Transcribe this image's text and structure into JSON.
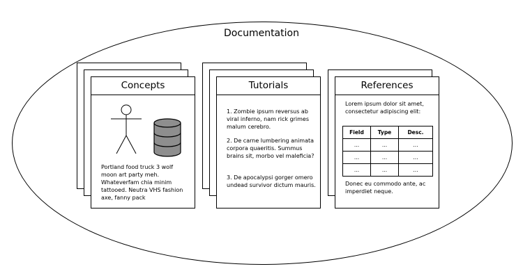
{
  "title": "Documentation",
  "concepts": {
    "heading": "Concepts",
    "text": "Portland food truck 3 wolf moon art party meh. Whateverfam chia minim tattooed. Neutra VHS fashion axe, fanny pack",
    "icons": [
      "actor-icon",
      "database-icon"
    ]
  },
  "tutorials": {
    "heading": "Tutorials",
    "steps": [
      "1. Zombie ipsum reversus ab viral inferno, nam rick grimes malum cerebro.",
      "2. De carne lumbering animata corpora quaeritis. Summus brains sit, morbo vel maleficia?",
      "3. De apocalypsi gorger omero undead survivor dictum mauris."
    ]
  },
  "references": {
    "heading": "References",
    "intro": "Lorem ipsum dolor sit amet, consectetur adipiscing elit:",
    "table": {
      "headers": [
        "Field",
        "Type",
        "Desc."
      ],
      "rows": [
        [
          "...",
          "...",
          "..."
        ],
        [
          "...",
          "...",
          "..."
        ],
        [
          "...",
          "...",
          "..."
        ]
      ]
    },
    "outro": "Donec eu commodo ante, ac imperdiet neque."
  }
}
